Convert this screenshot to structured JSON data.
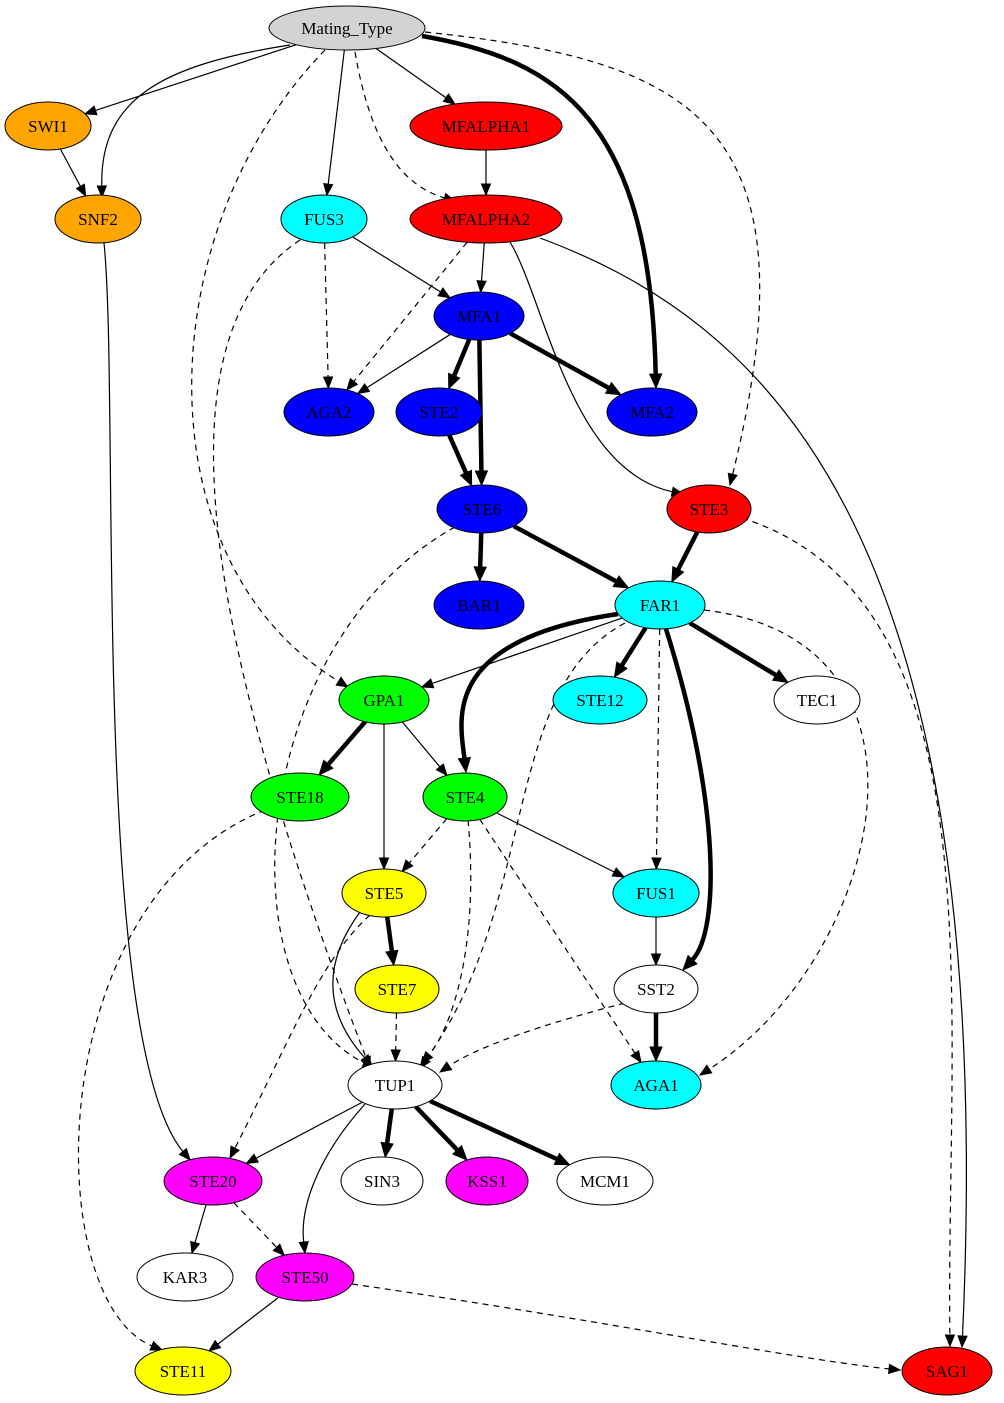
{
  "graph": {
    "colors": {
      "gray": "#d3d3d3",
      "orange": "#ffa500",
      "red": "#ff0000",
      "blue": "#0000ff",
      "cyan": "#00ffff",
      "green": "#00ff00",
      "yellow": "#ffff00",
      "magenta": "#ff00ff",
      "white": "#ffffff"
    },
    "nodes": [
      {
        "id": "Mating_Type",
        "label": "Mating_Type",
        "color": "gray"
      },
      {
        "id": "SWI1",
        "label": "SWI1",
        "color": "orange"
      },
      {
        "id": "SNF2",
        "label": "SNF2",
        "color": "orange"
      },
      {
        "id": "MFALPHA1",
        "label": "MFALPHA1",
        "color": "red"
      },
      {
        "id": "MFALPHA2",
        "label": "MFALPHA2",
        "color": "red"
      },
      {
        "id": "FUS3",
        "label": "FUS3",
        "color": "cyan"
      },
      {
        "id": "MFA1",
        "label": "MFA1",
        "color": "blue"
      },
      {
        "id": "AGA2",
        "label": "AGA2",
        "color": "blue"
      },
      {
        "id": "STE2",
        "label": "STE2",
        "color": "blue"
      },
      {
        "id": "MFA2",
        "label": "MFA2",
        "color": "blue"
      },
      {
        "id": "STE6",
        "label": "STE6",
        "color": "blue"
      },
      {
        "id": "STE3",
        "label": "STE3",
        "color": "red"
      },
      {
        "id": "BAR1",
        "label": "BAR1",
        "color": "blue"
      },
      {
        "id": "FAR1",
        "label": "FAR1",
        "color": "cyan"
      },
      {
        "id": "GPA1",
        "label": "GPA1",
        "color": "green"
      },
      {
        "id": "STE12",
        "label": "STE12",
        "color": "cyan"
      },
      {
        "id": "TEC1",
        "label": "TEC1",
        "color": "white"
      },
      {
        "id": "STE18",
        "label": "STE18",
        "color": "green"
      },
      {
        "id": "STE4",
        "label": "STE4",
        "color": "green"
      },
      {
        "id": "STE5",
        "label": "STE5",
        "color": "yellow"
      },
      {
        "id": "FUS1",
        "label": "FUS1",
        "color": "cyan"
      },
      {
        "id": "STE7",
        "label": "STE7",
        "color": "yellow"
      },
      {
        "id": "SST2",
        "label": "SST2",
        "color": "white"
      },
      {
        "id": "TUP1",
        "label": "TUP1",
        "color": "white"
      },
      {
        "id": "AGA1",
        "label": "AGA1",
        "color": "cyan"
      },
      {
        "id": "STE20",
        "label": "STE20",
        "color": "magenta"
      },
      {
        "id": "SIN3",
        "label": "SIN3",
        "color": "white"
      },
      {
        "id": "KSS1",
        "label": "KSS1",
        "color": "magenta"
      },
      {
        "id": "MCM1",
        "label": "MCM1",
        "color": "white"
      },
      {
        "id": "KAR3",
        "label": "KAR3",
        "color": "white"
      },
      {
        "id": "STE50",
        "label": "STE50",
        "color": "magenta"
      },
      {
        "id": "STE11",
        "label": "STE11",
        "color": "yellow"
      },
      {
        "id": "SAG1",
        "label": "SAG1",
        "color": "red"
      }
    ],
    "edges": [
      {
        "from": "Mating_Type",
        "to": "SWI1",
        "style": "solid",
        "weight": "thin"
      },
      {
        "from": "Mating_Type",
        "to": "SNF2",
        "style": "solid",
        "weight": "thin"
      },
      {
        "from": "SWI1",
        "to": "SNF2",
        "style": "solid",
        "weight": "thin"
      },
      {
        "from": "Mating_Type",
        "to": "MFALPHA1",
        "style": "solid",
        "weight": "thin"
      },
      {
        "from": "Mating_Type",
        "to": "FUS3",
        "style": "solid",
        "weight": "thin"
      },
      {
        "from": "Mating_Type",
        "to": "MFALPHA2",
        "style": "dashed",
        "weight": "thin"
      },
      {
        "from": "Mating_Type",
        "to": "MFA2",
        "style": "solid",
        "weight": "thick"
      },
      {
        "from": "Mating_Type",
        "to": "STE3",
        "style": "dashed",
        "weight": "thin"
      },
      {
        "from": "Mating_Type",
        "to": "GPA1",
        "style": "dashed",
        "weight": "thin"
      },
      {
        "from": "MFALPHA1",
        "to": "MFALPHA2",
        "style": "solid",
        "weight": "thin"
      },
      {
        "from": "MFALPHA2",
        "to": "MFA1",
        "style": "solid",
        "weight": "thin"
      },
      {
        "from": "MFALPHA2",
        "to": "AGA2",
        "style": "dashed",
        "weight": "thin"
      },
      {
        "from": "MFALPHA2",
        "to": "STE3",
        "style": "solid",
        "weight": "thin"
      },
      {
        "from": "MFALPHA2",
        "to": "SAG1",
        "style": "solid",
        "weight": "thin"
      },
      {
        "from": "FUS3",
        "to": "MFA1",
        "style": "solid",
        "weight": "thin"
      },
      {
        "from": "FUS3",
        "to": "AGA2",
        "style": "dashed",
        "weight": "thin"
      },
      {
        "from": "FUS3",
        "to": "TUP1",
        "style": "dashed",
        "weight": "thin"
      },
      {
        "from": "SNF2",
        "to": "STE20",
        "style": "solid",
        "weight": "thin"
      },
      {
        "from": "MFA1",
        "to": "AGA2",
        "style": "solid",
        "weight": "thin"
      },
      {
        "from": "MFA1",
        "to": "STE2",
        "style": "solid",
        "weight": "thick"
      },
      {
        "from": "MFA1",
        "to": "STE6",
        "style": "solid",
        "weight": "thick"
      },
      {
        "from": "MFA1",
        "to": "MFA2",
        "style": "solid",
        "weight": "thick"
      },
      {
        "from": "STE2",
        "to": "STE6",
        "style": "solid",
        "weight": "thick"
      },
      {
        "from": "STE6",
        "to": "BAR1",
        "style": "solid",
        "weight": "thick"
      },
      {
        "from": "STE6",
        "to": "FAR1",
        "style": "solid",
        "weight": "thick"
      },
      {
        "from": "STE6",
        "to": "TUP1",
        "style": "dashed",
        "weight": "thin"
      },
      {
        "from": "STE3",
        "to": "FAR1",
        "style": "solid",
        "weight": "thick"
      },
      {
        "from": "STE3",
        "to": "SAG1",
        "style": "dashed",
        "weight": "thin"
      },
      {
        "from": "FAR1",
        "to": "GPA1",
        "style": "solid",
        "weight": "thin"
      },
      {
        "from": "FAR1",
        "to": "STE12",
        "style": "solid",
        "weight": "thick"
      },
      {
        "from": "FAR1",
        "to": "TEC1",
        "style": "solid",
        "weight": "thick"
      },
      {
        "from": "FAR1",
        "to": "STE4",
        "style": "solid",
        "weight": "thick"
      },
      {
        "from": "FAR1",
        "to": "FUS1",
        "style": "dashed",
        "weight": "thin"
      },
      {
        "from": "FAR1",
        "to": "SST2",
        "style": "solid",
        "weight": "thick"
      },
      {
        "from": "FAR1",
        "to": "AGA1",
        "style": "dashed",
        "weight": "thin"
      },
      {
        "from": "FAR1",
        "to": "TUP1",
        "style": "dashed",
        "weight": "thin"
      },
      {
        "from": "GPA1",
        "to": "STE18",
        "style": "solid",
        "weight": "thick"
      },
      {
        "from": "GPA1",
        "to": "STE4",
        "style": "solid",
        "weight": "thin"
      },
      {
        "from": "GPA1",
        "to": "STE5",
        "style": "solid",
        "weight": "thin"
      },
      {
        "from": "STE18",
        "to": "STE11",
        "style": "dashed",
        "weight": "thin"
      },
      {
        "from": "STE4",
        "to": "STE5",
        "style": "dashed",
        "weight": "thin"
      },
      {
        "from": "STE4",
        "to": "FUS1",
        "style": "solid",
        "weight": "thin"
      },
      {
        "from": "STE4",
        "to": "TUP1",
        "style": "dashed",
        "weight": "thin"
      },
      {
        "from": "STE4",
        "to": "AGA1",
        "style": "dashed",
        "weight": "thin"
      },
      {
        "from": "STE5",
        "to": "STE7",
        "style": "solid",
        "weight": "thick"
      },
      {
        "from": "STE5",
        "to": "TUP1",
        "style": "solid",
        "weight": "thin"
      },
      {
        "from": "STE5",
        "to": "STE20",
        "style": "dashed",
        "weight": "thin"
      },
      {
        "from": "FUS1",
        "to": "SST2",
        "style": "solid",
        "weight": "thin"
      },
      {
        "from": "STE7",
        "to": "TUP1",
        "style": "dashed",
        "weight": "thin"
      },
      {
        "from": "SST2",
        "to": "AGA1",
        "style": "solid",
        "weight": "thick"
      },
      {
        "from": "SST2",
        "to": "TUP1",
        "style": "dashed",
        "weight": "thin"
      },
      {
        "from": "TUP1",
        "to": "STE20",
        "style": "solid",
        "weight": "thin"
      },
      {
        "from": "TUP1",
        "to": "SIN3",
        "style": "solid",
        "weight": "thick"
      },
      {
        "from": "TUP1",
        "to": "KSS1",
        "style": "solid",
        "weight": "thick"
      },
      {
        "from": "TUP1",
        "to": "MCM1",
        "style": "solid",
        "weight": "thick"
      },
      {
        "from": "TUP1",
        "to": "STE50",
        "style": "solid",
        "weight": "thin"
      },
      {
        "from": "STE20",
        "to": "KAR3",
        "style": "solid",
        "weight": "thin"
      },
      {
        "from": "STE20",
        "to": "STE50",
        "style": "dashed",
        "weight": "thin"
      },
      {
        "from": "STE50",
        "to": "STE11",
        "style": "solid",
        "weight": "thin"
      },
      {
        "from": "STE50",
        "to": "SAG1",
        "style": "dashed",
        "weight": "thin"
      }
    ]
  }
}
